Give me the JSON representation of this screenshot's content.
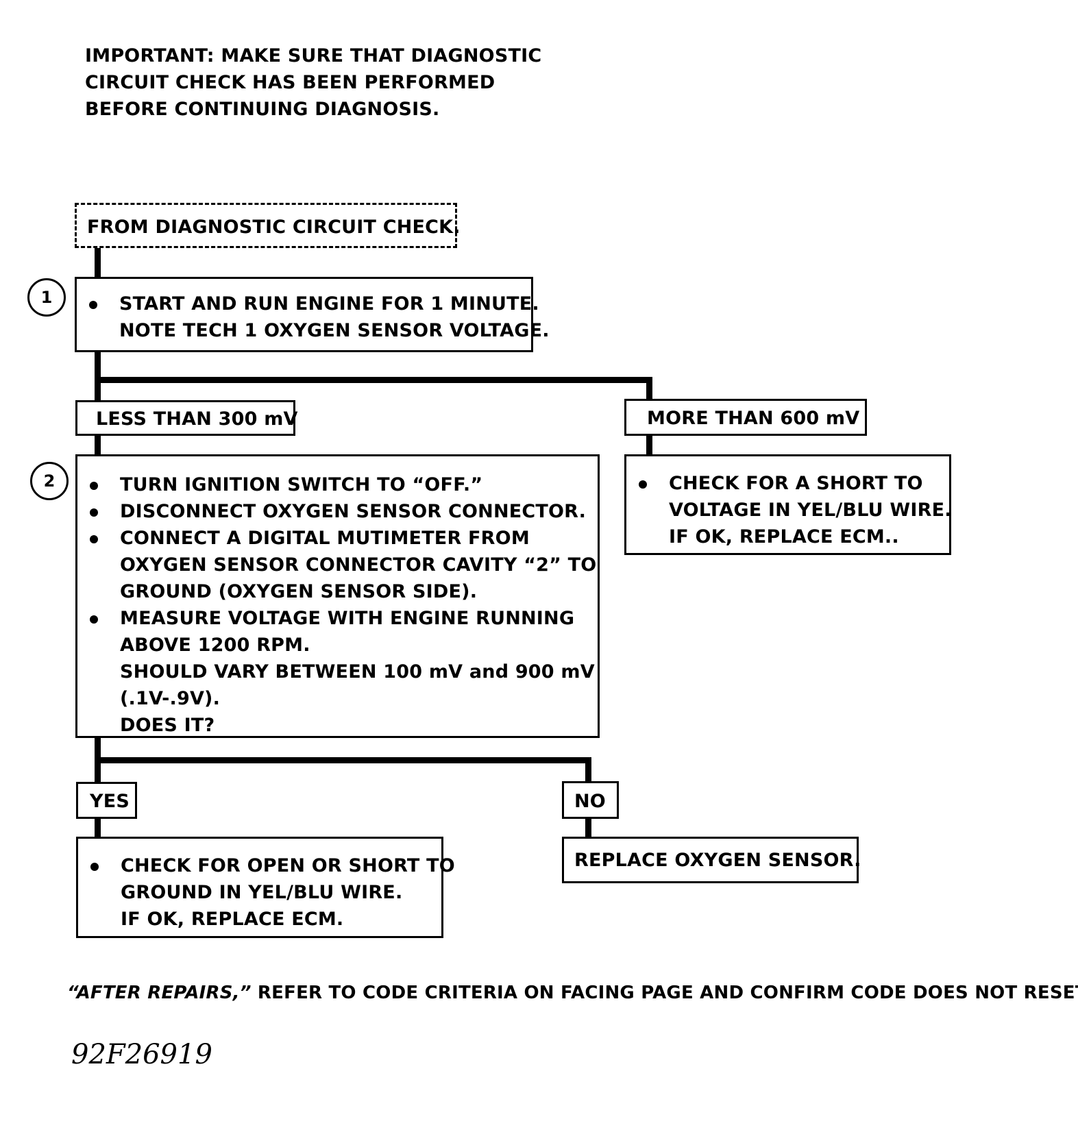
{
  "important_note": [
    "IMPORTANT:  MAKE SURE THAT DIAGNOSTIC",
    "CIRCUIT CHECK HAS BEEN PERFORMED",
    "BEFORE CONTINUING DIAGNOSIS."
  ],
  "start_box": "FROM DIAGNOSTIC CIRCUIT CHECK.",
  "step1": {
    "number": "1",
    "lines": [
      "START AND RUN ENGINE FOR 1 MINUTE.",
      "NOTE TECH 1 OXYGEN SENSOR VOLTAGE."
    ]
  },
  "branch_low_label": "LESS THAN 300 mV",
  "branch_high_label": "MORE THAN 600 mV",
  "step2": {
    "number": "2",
    "bullets": [
      {
        "lines": [
          "TURN IGNITION SWITCH TO “OFF.”"
        ]
      },
      {
        "lines": [
          "DISCONNECT OXYGEN SENSOR CONNECTOR."
        ]
      },
      {
        "lines": [
          "CONNECT A DIGITAL MUTIMETER FROM",
          "OXYGEN SENSOR CONNECTOR CAVITY “2” TO",
          "GROUND (OXYGEN SENSOR SIDE)."
        ]
      },
      {
        "lines": [
          "MEASURE VOLTAGE WITH ENGINE RUNNING",
          "ABOVE 1200 RPM.",
          "SHOULD VARY BETWEEN 100 mV and 900 mV",
          "(.1V-.9V).",
          "DOES IT?"
        ]
      }
    ]
  },
  "high_result": [
    "CHECK FOR A SHORT TO",
    "VOLTAGE IN YEL/BLU WIRE.",
    "IF OK, REPLACE ECM.."
  ],
  "yes_label": "YES",
  "no_label": "NO",
  "yes_result": [
    "CHECK FOR OPEN OR SHORT TO",
    "GROUND IN YEL/BLU WIRE.",
    "IF OK, REPLACE ECM."
  ],
  "no_result": "REPLACE OXYGEN SENSOR.",
  "footer": {
    "emphasis": "“AFTER REPAIRS,”",
    "text": " REFER TO CODE CRITERIA ON FACING PAGE AND CONFIRM CODE DOES NOT RESET."
  },
  "figure_id": "92F26919"
}
